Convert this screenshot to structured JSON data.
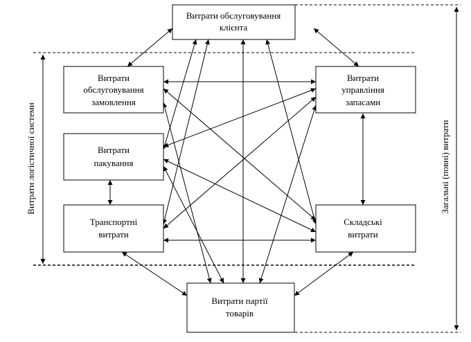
{
  "boxes": {
    "client_service": [
      "Витрати обслуговування",
      "клієнта"
    ],
    "order_service": [
      "Витрати",
      "обслуговування",
      "замовлення"
    ],
    "packaging": [
      "Витрати",
      "пакування"
    ],
    "transport": [
      "Транспортні",
      "витрати"
    ],
    "inventory_mgmt": [
      "Витрати",
      "управління",
      "запасами"
    ],
    "warehouse": [
      "Складські",
      "витрати"
    ],
    "lot_cost": [
      "Витрати партії",
      "товарів"
    ]
  },
  "side_labels": {
    "logistics_system": "Витрати логістичної системи",
    "total_costs": "Загальні (повні) витрати"
  }
}
